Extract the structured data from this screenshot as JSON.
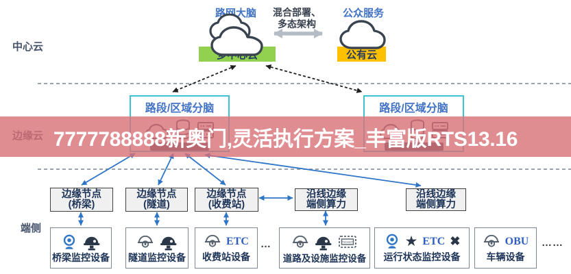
{
  "overlay": {
    "text": "7777788888新奥门,灵活执行方案_丰富版RTS13.16"
  },
  "lanes": {
    "center": "中心云",
    "edge": "边缘云",
    "terminal": "端侧"
  },
  "top": {
    "left_cloud_label": "路网大脑",
    "left_cloud_tag": "多中心云",
    "middle_label_line1": "混合部署、",
    "middle_label_line2": "多态架构",
    "right_cloud_label": "公众服务",
    "right_cloud_tag": "公有云"
  },
  "brain_boxes": [
    {
      "title": "路段/区域分脑"
    },
    {
      "title": "路段/区域分脑"
    }
  ],
  "edge_nodes": [
    {
      "line1": "边缘节点",
      "line2": "(桥梁)"
    },
    {
      "line1": "边缘节点",
      "line2": "(隧道)"
    },
    {
      "line1": "边缘节点",
      "line2": "(收费站)"
    },
    {
      "line1": "沿线边缘",
      "line2": "端侧算力"
    },
    {
      "line1": "沿线边缘",
      "line2": "端侧算力"
    }
  ],
  "devices": [
    {
      "label": "桥梁监控设备",
      "icons": [
        "webcam",
        "helmet-cam"
      ]
    },
    {
      "label": "隧道监控设备",
      "icons": [
        "dome-cam",
        "helmet-cam"
      ]
    },
    {
      "label": "收费站设备",
      "icons": [
        "dome-cam",
        "etc"
      ]
    },
    {
      "label": "道路及设施监控设备",
      "icons": [
        "dome-cam",
        "helmet-cam",
        "ticket"
      ]
    },
    {
      "label": "运行状态监控设备",
      "icons": [
        "webcam",
        "star",
        "etc",
        "cross"
      ]
    },
    {
      "label": "车辆设备",
      "icons": [
        "dome-cam",
        "obu"
      ]
    }
  ],
  "icon_labels": {
    "etc": "ETC",
    "obu": "OBU",
    "ticket": "TICKET"
  },
  "ellipsis_mid": "…",
  "ellipsis_end": "……",
  "colors": {
    "label_blue": "#4273c4",
    "dark_navy_text": "#1d3357",
    "brain_border_cyan": "#3cc2d2",
    "multi_center_cloud_green": "#92d050",
    "public_cloud_yellow": "#ffc000",
    "arrow_blue": "#2e75c6",
    "overlay_pink": "#d87077"
  }
}
